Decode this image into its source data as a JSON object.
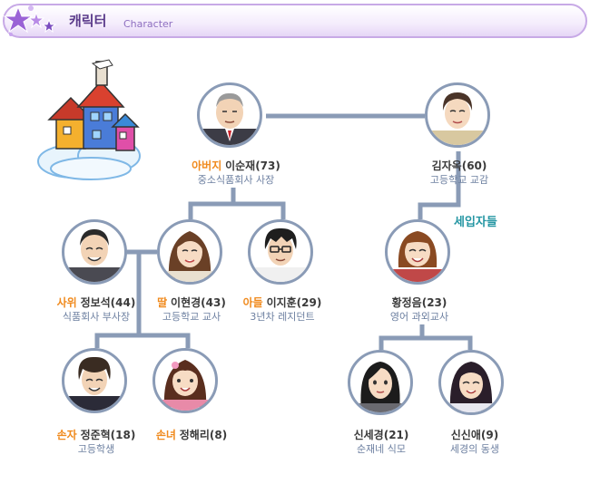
{
  "header": {
    "title": "캐릭터",
    "subtitle": "Character"
  },
  "tenants_label": "세입자들",
  "people": {
    "grandfather": {
      "relation": "아버지",
      "name": "이순재(73)",
      "desc": "중소식품회사 사장",
      "hair": "#9a9a9a",
      "cloth": "#3c3c46"
    },
    "grandmother": {
      "relation": "",
      "name": "김자옥(60)",
      "desc": "고등학교 교감",
      "hair": "#4a3428",
      "cloth": "#d8c8a0"
    },
    "son_in_law": {
      "relation": "사위",
      "name": "정보석(44)",
      "desc": "식품회사 부사장",
      "hair": "#2a2a2a",
      "cloth": "#4a4a52"
    },
    "daughter": {
      "relation": "딸",
      "name": "이현경(43)",
      "desc": "고등학교 교사",
      "hair": "#6a4026",
      "cloth": "#e9e0d0"
    },
    "son": {
      "relation": "아들",
      "name": "이지훈(29)",
      "desc": "3년차 레지던트",
      "hair": "#1e1e1e",
      "cloth": "#f0f0f0"
    },
    "grandson": {
      "relation": "손자",
      "name": "정준혁(18)",
      "desc": "고등학생",
      "hair": "#3a2c22",
      "cloth": "#2b2b38"
    },
    "granddaughter": {
      "relation": "손녀",
      "name": "정해리(8)",
      "desc": "",
      "hair": "#5a2e1e",
      "cloth": "#e88aa8"
    },
    "tenant_mother": {
      "relation": "",
      "name": "황정음(23)",
      "desc": "영어 과외교사",
      "hair": "#8a4a22",
      "cloth": "#c04848"
    },
    "tenant_1": {
      "relation": "",
      "name": "신세경(21)",
      "desc": "순재네 식모",
      "hair": "#1c1c1c",
      "cloth": "#6a6a70"
    },
    "tenant_2": {
      "relation": "",
      "name": "신신애(9)",
      "desc": "세경의 동생",
      "hair": "#2a1e2a",
      "cloth": "#e8e8f0"
    }
  },
  "colors": {
    "line": "#8a9bb6",
    "heart": "#ff1a1a",
    "relation": "#f08a1d",
    "accent": "#2596a3"
  }
}
